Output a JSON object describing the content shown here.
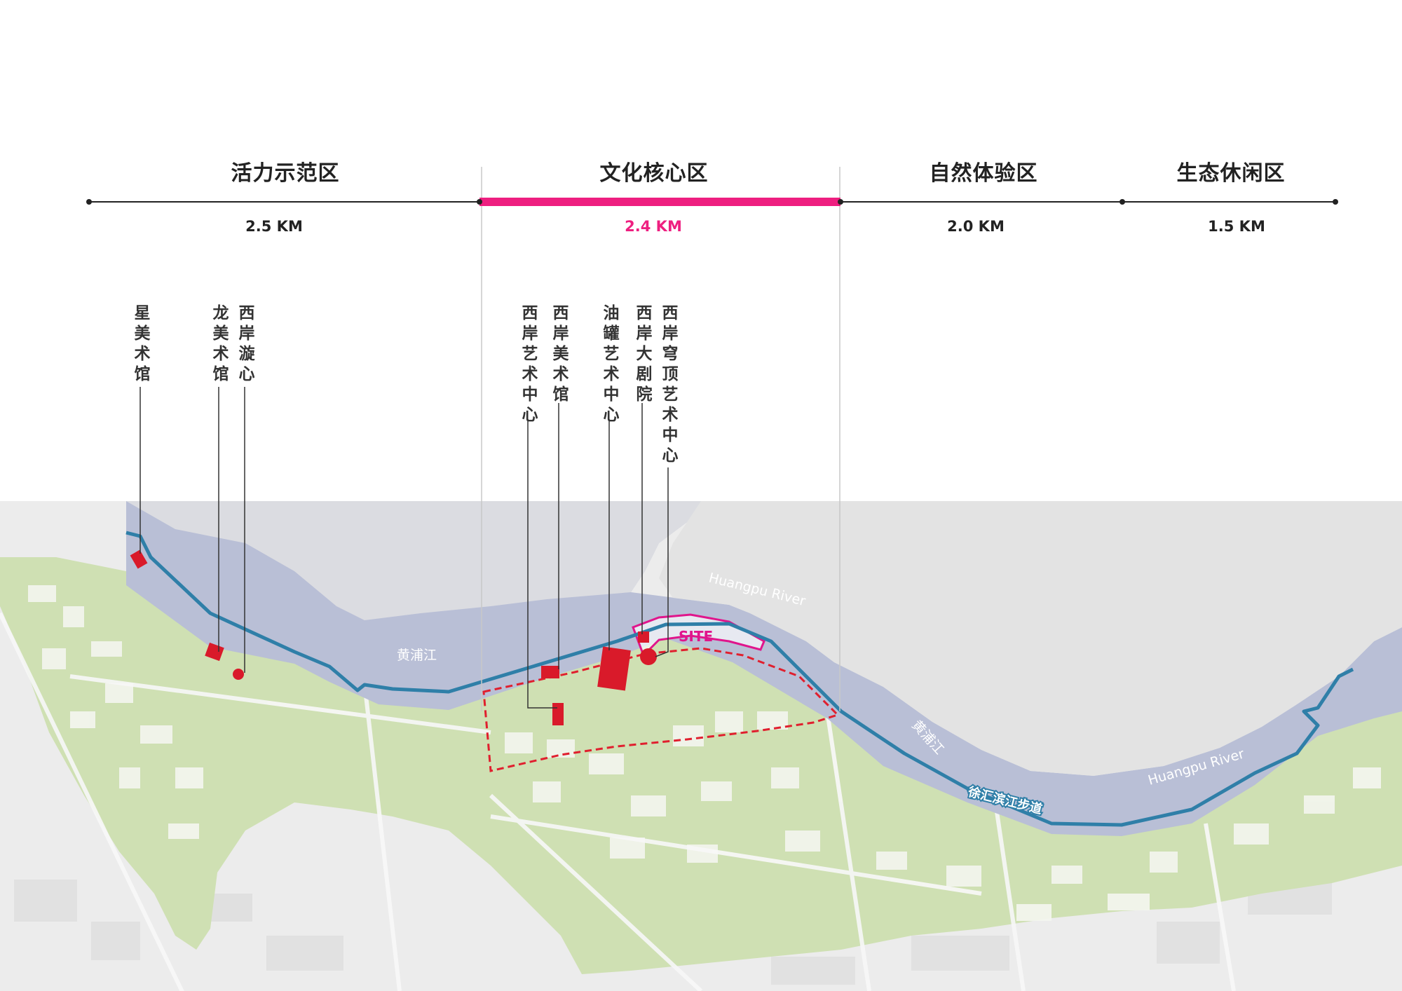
{
  "zones": [
    {
      "name": "活力示范区",
      "distance": "2.5 KM",
      "highlight": false
    },
    {
      "name": "文化核心区",
      "distance": "2.4 KM",
      "highlight": true
    },
    {
      "name": "自然体验区",
      "distance": "2.0 KM",
      "highlight": false
    },
    {
      "name": "生态休闲区",
      "distance": "1.5  KM",
      "highlight": false
    }
  ],
  "landmarks": [
    {
      "name": "星美术馆"
    },
    {
      "name": "龙美术馆"
    },
    {
      "name": "西岸漩心"
    },
    {
      "name": "西岸艺术中心"
    },
    {
      "name": "西岸美术馆"
    },
    {
      "name": "油罐艺术中心"
    },
    {
      "name": "西岸大剧院"
    },
    {
      "name": "西岸穹顶艺术中心"
    }
  ],
  "map": {
    "site_label": "SITE",
    "river_labels": [
      "Huangpu River",
      "黄浦江",
      "黄浦江",
      "Huangpu River"
    ],
    "promenade_label": "徐汇滨江步道"
  },
  "colors": {
    "highlight": "#ee1f80",
    "promenade": "#2f7fa8",
    "landmark": "#d91a2a",
    "river": "#b7bdd4",
    "greenery": "#c9dcaa",
    "base_map": "#eaeaea"
  }
}
